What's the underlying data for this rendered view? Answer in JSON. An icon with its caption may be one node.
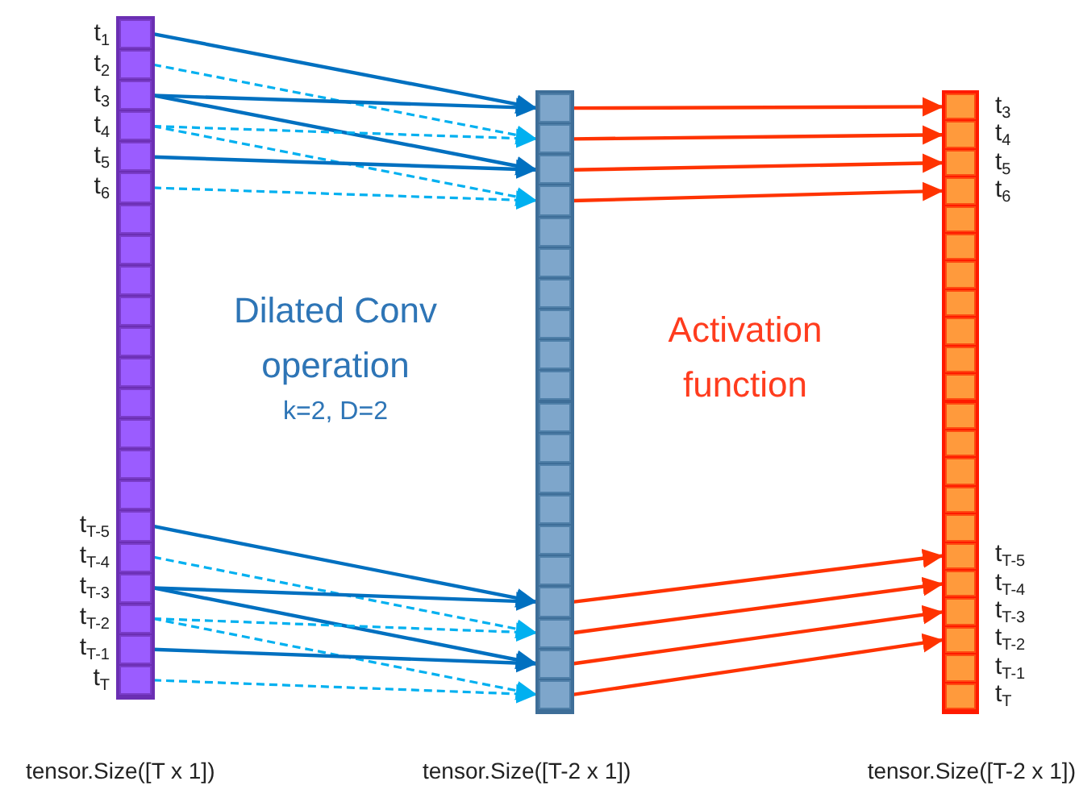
{
  "diagram": {
    "nodes": [
      {
        "text": [],
        "shape": "bar",
        "beside": [
          "tensor.Size([T x 1])"
        ]
      },
      {
        "text": [],
        "shape": "box",
        "in": 0,
        "beside": [
          "t$_{1}$"
        ]
      },
      {
        "text": [],
        "shape": "box",
        "in": 0,
        "beside": [
          "t$_{2}$"
        ]
      },
      {
        "text": [],
        "shape": "box",
        "in": 0,
        "beside": [
          "t$_{3}$"
        ]
      },
      {
        "text": [],
        "shape": "box",
        "in": 0,
        "beside": [
          "t$_{4}$"
        ]
      },
      {
        "text": [],
        "shape": "box",
        "in": 0,
        "beside": [
          "t$_{5}$"
        ]
      },
      {
        "text": [],
        "shape": "box",
        "in": 0,
        "beside": [
          "t$_{6}$"
        ]
      },
      {
        "text": [],
        "shape": "box",
        "in": 0
      },
      {
        "text": [],
        "shape": "box",
        "in": 0
      },
      {
        "text": [],
        "shape": "box",
        "in": 0
      },
      {
        "text": [],
        "shape": "box",
        "in": 0
      },
      {
        "text": [],
        "shape": "box",
        "in": 0
      },
      {
        "text": [],
        "shape": "box",
        "in": 0
      },
      {
        "text": [],
        "shape": "box",
        "in": 0
      },
      {
        "text": [],
        "shape": "box",
        "in": 0
      },
      {
        "text": [],
        "shape": "box",
        "in": 0
      },
      {
        "text": [],
        "shape": "box",
        "in": 0
      },
      {
        "text": [],
        "shape": "box",
        "in": 0,
        "beside": [
          "t$_{T-5}$"
        ]
      },
      {
        "text": [],
        "shape": "box",
        "in": 0,
        "beside": [
          "t$_{T-4}$"
        ]
      },
      {
        "text": [],
        "shape": "box",
        "in": 0,
        "beside": [
          "t$_{T-3}$"
        ]
      },
      {
        "text": [],
        "shape": "box",
        "in": 0,
        "beside": [
          "t$_{T-2}$"
        ]
      },
      {
        "text": [],
        "shape": "box",
        "in": 0,
        "beside": [
          "t$_{T-1}$"
        ]
      },
      {
        "text": [],
        "shape": "box",
        "in": 0,
        "beside": [
          "t$_{T}$"
        ]
      },
      {
        "text": [],
        "shape": "bar",
        "beside": [
          "tensor.Size([T-2 x 1])"
        ]
      },
      {
        "text": [],
        "shape": "box",
        "in": 23
      },
      {
        "text": [],
        "shape": "box",
        "in": 23
      },
      {
        "text": [],
        "shape": "box",
        "in": 23
      },
      {
        "text": [],
        "shape": "box",
        "in": 23
      },
      {
        "text": [],
        "shape": "box",
        "in": 23
      },
      {
        "text": [],
        "shape": "box",
        "in": 23
      },
      {
        "text": [],
        "shape": "box",
        "in": 23
      },
      {
        "text": [],
        "shape": "box",
        "in": 23
      },
      {
        "text": [],
        "shape": "box",
        "in": 23
      },
      {
        "text": [],
        "shape": "box",
        "in": 23
      },
      {
        "text": [],
        "shape": "box",
        "in": 23
      },
      {
        "text": [],
        "shape": "box",
        "in": 23
      },
      {
        "text": [],
        "shape": "box",
        "in": 23
      },
      {
        "text": [],
        "shape": "box",
        "in": 23
      },
      {
        "text": [],
        "shape": "box",
        "in": 23
      },
      {
        "text": [],
        "shape": "box",
        "in": 23
      },
      {
        "text": [],
        "shape": "box",
        "in": 23
      },
      {
        "text": [],
        "shape": "box",
        "in": 23
      },
      {
        "text": [],
        "shape": "box",
        "in": 23
      },
      {
        "text": [],
        "shape": "box",
        "in": 23
      },
      {
        "text": [],
        "shape": "bar",
        "beside": [
          "tensor.Size([T-2 x 1])"
        ]
      },
      {
        "text": [],
        "shape": "box",
        "in": 44,
        "beside": [
          "t$_{3}$"
        ]
      },
      {
        "text": [],
        "shape": "box",
        "in": 44,
        "beside": [
          "t$_{4}$"
        ]
      },
      {
        "text": [],
        "shape": "box",
        "in": 44,
        "beside": [
          "t$_{5}$"
        ]
      },
      {
        "text": [],
        "shape": "box",
        "in": 44,
        "beside": [
          "t$_{6}$"
        ]
      },
      {
        "text": [],
        "shape": "box",
        "in": 44
      },
      {
        "text": [],
        "shape": "box",
        "in": 44
      },
      {
        "text": [],
        "shape": "box",
        "in": 44
      },
      {
        "text": [],
        "shape": "box",
        "in": 44
      },
      {
        "text": [],
        "shape": "box",
        "in": 44
      },
      {
        "text": [],
        "shape": "box",
        "in": 44
      },
      {
        "text": [],
        "shape": "box",
        "in": 44
      },
      {
        "text": [],
        "shape": "box",
        "in": 44
      },
      {
        "text": [],
        "shape": "box",
        "in": 44
      },
      {
        "text": [],
        "shape": "box",
        "in": 44
      },
      {
        "text": [],
        "shape": "box",
        "in": 44
      },
      {
        "text": [],
        "shape": "box",
        "in": 44
      },
      {
        "text": [],
        "shape": "box",
        "in": 44,
        "beside": [
          "t$_{T-5}$"
        ]
      },
      {
        "text": [],
        "shape": "box",
        "in": 44,
        "beside": [
          "t$_{T-4}$"
        ]
      },
      {
        "text": [],
        "shape": "box",
        "in": 44,
        "beside": [
          "t$_{T-3}$"
        ]
      },
      {
        "text": [],
        "shape": "box",
        "in": 44,
        "beside": [
          "t$_{T-2}$"
        ]
      },
      {
        "text": [],
        "shape": "box",
        "in": 44,
        "beside": [
          "t$_{T-1}$"
        ]
      },
      {
        "text": [],
        "shape": "box",
        "in": 44,
        "beside": [
          "t$_{T}$"
        ]
      }
    ],
    "edges": [
      {
        "from": 1,
        "to": 24,
        "arrow": "to",
        "color": "#0070c0"
      },
      {
        "from": 2,
        "to": 25,
        "arrow": "to",
        "style": "dashed",
        "color": "#00b0f0"
      },
      {
        "from": 3,
        "to": 24,
        "arrow": "to",
        "color": "#0070c0"
      },
      {
        "from": 3,
        "to": 26,
        "arrow": "to",
        "color": "#0070c0"
      },
      {
        "from": 4,
        "to": 25,
        "arrow": "to",
        "style": "dashed",
        "color": "#00b0f0"
      },
      {
        "from": 4,
        "to": 27,
        "arrow": "to",
        "style": "dashed",
        "color": "#00b0f0"
      },
      {
        "from": 5,
        "to": 26,
        "arrow": "to",
        "color": "#0070c0"
      },
      {
        "from": 6,
        "to": 27,
        "arrow": "to",
        "style": "dashed",
        "color": "#00b0f0"
      },
      {
        "from": 17,
        "to": 40,
        "arrow": "to",
        "color": "#0070c0"
      },
      {
        "from": 18,
        "to": 41,
        "arrow": "to",
        "style": "dashed",
        "color": "#00b0f0"
      },
      {
        "from": 19,
        "to": 40,
        "arrow": "to",
        "color": "#0070c0"
      },
      {
        "from": 19,
        "to": 42,
        "arrow": "to",
        "color": "#0070c0"
      },
      {
        "from": 20,
        "to": 41,
        "arrow": "to",
        "style": "dashed",
        "color": "#00b0f0"
      },
      {
        "from": 20,
        "to": 43,
        "arrow": "to",
        "style": "dashed",
        "color": "#00b0f0"
      },
      {
        "from": 21,
        "to": 42,
        "arrow": "to",
        "color": "#0070c0"
      },
      {
        "from": 22,
        "to": 43,
        "arrow": "to",
        "style": "dashed",
        "color": "#00b0f0"
      },
      {
        "from": 24,
        "to": 45,
        "arrow": "to",
        "color": "#ff3300"
      },
      {
        "from": 25,
        "to": 46,
        "arrow": "to",
        "color": "#ff3300"
      },
      {
        "from": 26,
        "to": 47,
        "arrow": "to",
        "color": "#ff3300"
      },
      {
        "from": 27,
        "to": 48,
        "arrow": "to",
        "color": "#ff3300"
      },
      {
        "from": 40,
        "to": 61,
        "arrow": "to",
        "color": "#ff3300"
      },
      {
        "from": 41,
        "to": 62,
        "arrow": "to",
        "color": "#ff3300"
      },
      {
        "from": 42,
        "to": 63,
        "arrow": "to",
        "color": "#ff3300"
      },
      {
        "from": 43,
        "to": 64,
        "arrow": "to",
        "color": "#ff3300"
      }
    ],
    "labels": [
      "Dilated Conv operation",
      "k=2, D=2",
      "Activation function"
    ]
  }
}
